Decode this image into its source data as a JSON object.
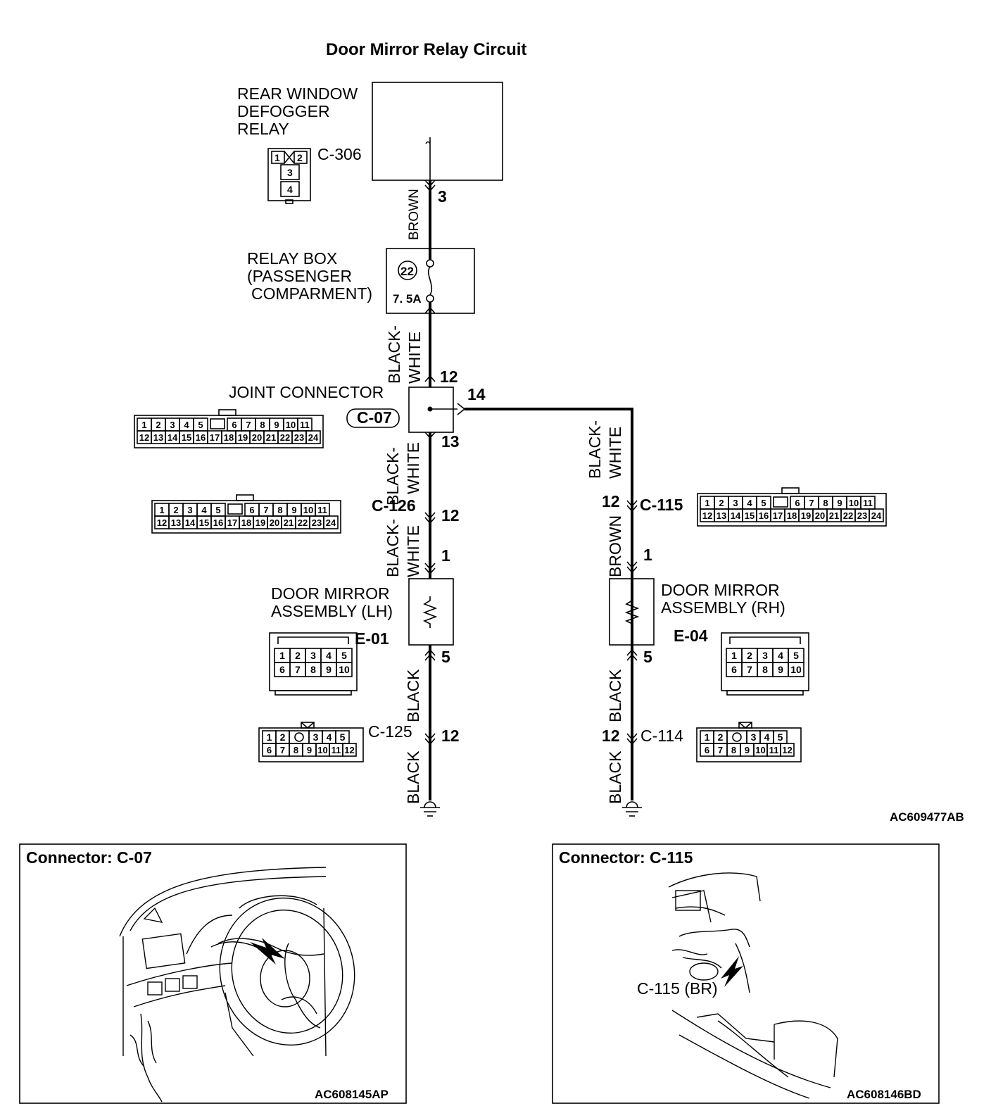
{
  "title": "Door Mirror Relay Circuit",
  "ref_main": "AC609477AB",
  "components": {
    "relay": {
      "line1": "REAR WINDOW",
      "line2": "DEFOGGER",
      "line3": "RELAY",
      "connector": "C-306",
      "pin_out": "3"
    },
    "relay_box": {
      "line1": "RELAY BOX",
      "line2": "(PASSENGER",
      "line3": "COMPARMENT)",
      "fuse_no": "22",
      "fuse_rating": "7. 5A"
    },
    "joint": {
      "label": "JOINT CONNECTOR",
      "connector": "C-07",
      "pin_in": "12",
      "pin_branch": "14",
      "pin_out": "13"
    },
    "c126": {
      "name": "C-126",
      "pin": "12"
    },
    "c115": {
      "name": "C-115",
      "pin": "12"
    },
    "mirror_lh": {
      "line1": "DOOR MIRROR",
      "line2": "ASSEMBLY (LH)",
      "connector": "E-01",
      "pin_in": "1",
      "pin_out": "5"
    },
    "mirror_rh": {
      "line1": "DOOR MIRROR",
      "line2": "ASSEMBLY (RH)",
      "connector": "E-04",
      "pin_in": "1",
      "pin_out": "5"
    },
    "c125": {
      "name": "C-125",
      "pin": "12"
    },
    "c114": {
      "name": "C-114",
      "pin": "12"
    }
  },
  "wires": {
    "relay_to_box": "BROWN",
    "box_to_joint_1": "BLACK-",
    "box_to_joint_2": "WHITE",
    "joint_to_c126_1": "BLACK-",
    "joint_to_c126_2": "WHITE",
    "c126_to_lh_1": "BLACK-",
    "c126_to_lh_2": "WHITE",
    "joint_to_c115_1": "BLACK-",
    "joint_to_c115_2": "WHITE",
    "c115_to_rh": "BROWN",
    "lh_to_c125": "BLACK",
    "lh_c125_ground": "BLACK",
    "rh_to_c114": "BLACK",
    "rh_c114_ground": "BLACK"
  },
  "connector_faces": {
    "c306_pins": [
      "1",
      "2",
      "3",
      "4"
    ],
    "c24_row1": [
      "1",
      "2",
      "3",
      "4",
      "5",
      "6",
      "7",
      "8",
      "9",
      "10",
      "11"
    ],
    "c24_row2": [
      "12",
      "13",
      "14",
      "15",
      "16",
      "17",
      "18",
      "19",
      "20",
      "21",
      "22",
      "23",
      "24"
    ],
    "c10_row1": [
      "1",
      "2",
      "3",
      "4",
      "5"
    ],
    "c10_row2": [
      "6",
      "7",
      "8",
      "9",
      "10"
    ],
    "c12_row1": [
      "1",
      "2",
      "3",
      "4",
      "5"
    ],
    "c12_row2": [
      "6",
      "7",
      "8",
      "9",
      "10",
      "11",
      "12"
    ]
  },
  "panels": {
    "left": {
      "title": "Connector: C-07",
      "ref": "AC608145AP"
    },
    "right": {
      "title": "Connector: C-115",
      "callout": "C-115 (BR)",
      "ref": "AC608146BD"
    }
  }
}
